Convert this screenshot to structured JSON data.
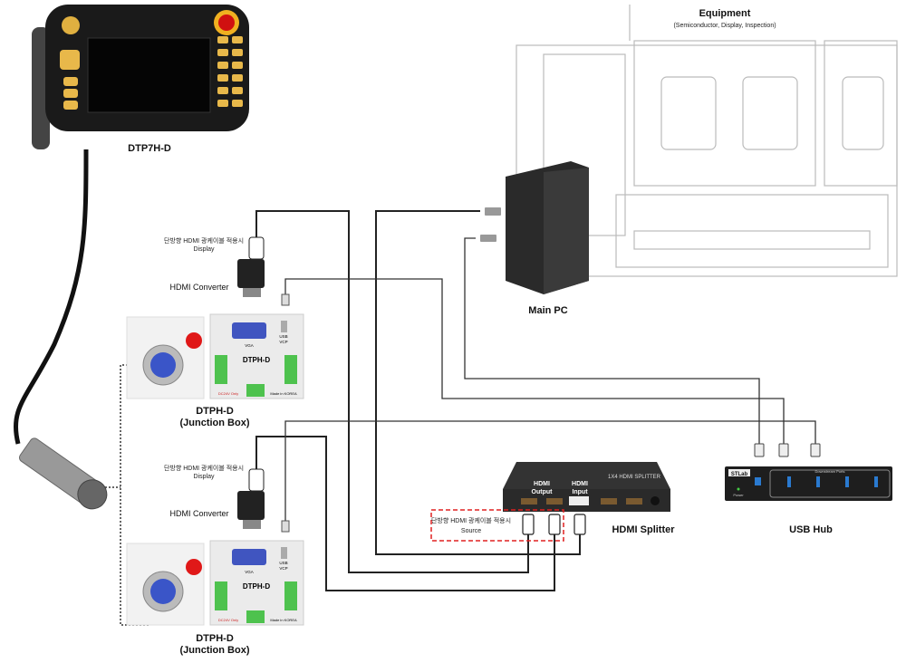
{
  "pendant": {
    "label": "DTP7H-D"
  },
  "equipment": {
    "title": "Equipment",
    "subtitle": "(Semiconductor, Display, Inspection)"
  },
  "main_pc": {
    "label": "Main PC"
  },
  "hdmi_splitter": {
    "label": "HDMI Splitter",
    "output_label": [
      "HDMI",
      "Output"
    ],
    "input_label": [
      "HDMI",
      "Input"
    ],
    "product_text": "1X4 HDMI SPLITTER"
  },
  "usb_hub": {
    "label": "USB Hub",
    "brand": "STLab",
    "ports_label": "Downstream Ports",
    "power_label": "Power"
  },
  "junction_boxes": [
    {
      "label_line1": "DTPH-D",
      "label_line2": "(Junction Box)",
      "converter_label": "HDMI Converter",
      "cable_note": "단방향 HDMI 광케이블 적용시",
      "cable_note_sub": "Display",
      "vga": "VGA",
      "usb": [
        "USB",
        "VCP"
      ],
      "model": "DTPH-D",
      "warning": "DC24V Only",
      "made": "Made in KOREA"
    },
    {
      "label_line1": "DTPH-D",
      "label_line2": "(Junction Box)",
      "converter_label": "HDMI Converter",
      "cable_note": "단방향 HDMI 광케이블 적용시",
      "cable_note_sub": "Display",
      "vga": "VGA",
      "usb": [
        "USB",
        "VCP"
      ],
      "model": "DTPH-D",
      "warning": "DC24V Only",
      "made": "Made in KOREA"
    }
  ],
  "source_note": {
    "line1": "단방향 HDMI 광케이블 적용시",
    "line2": "Source",
    "border_color": "#e02020"
  }
}
